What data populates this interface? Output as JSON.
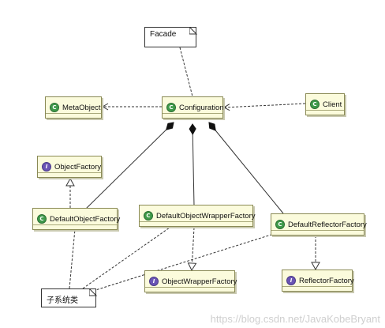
{
  "nodes": {
    "facade": {
      "label": "Facade"
    },
    "configuration": {
      "label": "Configuration",
      "kind": "class"
    },
    "metaobject": {
      "label": "MetaObject",
      "kind": "class"
    },
    "client": {
      "label": "Client",
      "kind": "class"
    },
    "objectfactory": {
      "label": "ObjectFactory",
      "kind": "interface"
    },
    "defaultobjectfactory": {
      "label": "DefaultObjectFactory",
      "kind": "class"
    },
    "defaultobjectwrapperfactory": {
      "label": "DefaultObjectWrapperFactory",
      "kind": "class"
    },
    "defaultreflectorfactory": {
      "label": "DefaultReflectorFactory",
      "kind": "class"
    },
    "objectwrapperfactory": {
      "label": "ObjectWrapperFactory",
      "kind": "interface"
    },
    "reflectorfactory": {
      "label": "ReflectorFactory",
      "kind": "interface"
    },
    "subsystem": {
      "label": "子系统类"
    }
  },
  "badges": {
    "class": "C",
    "interface": "I"
  },
  "watermark": "https://blog.csdn.net/JavaKobeBryant"
}
